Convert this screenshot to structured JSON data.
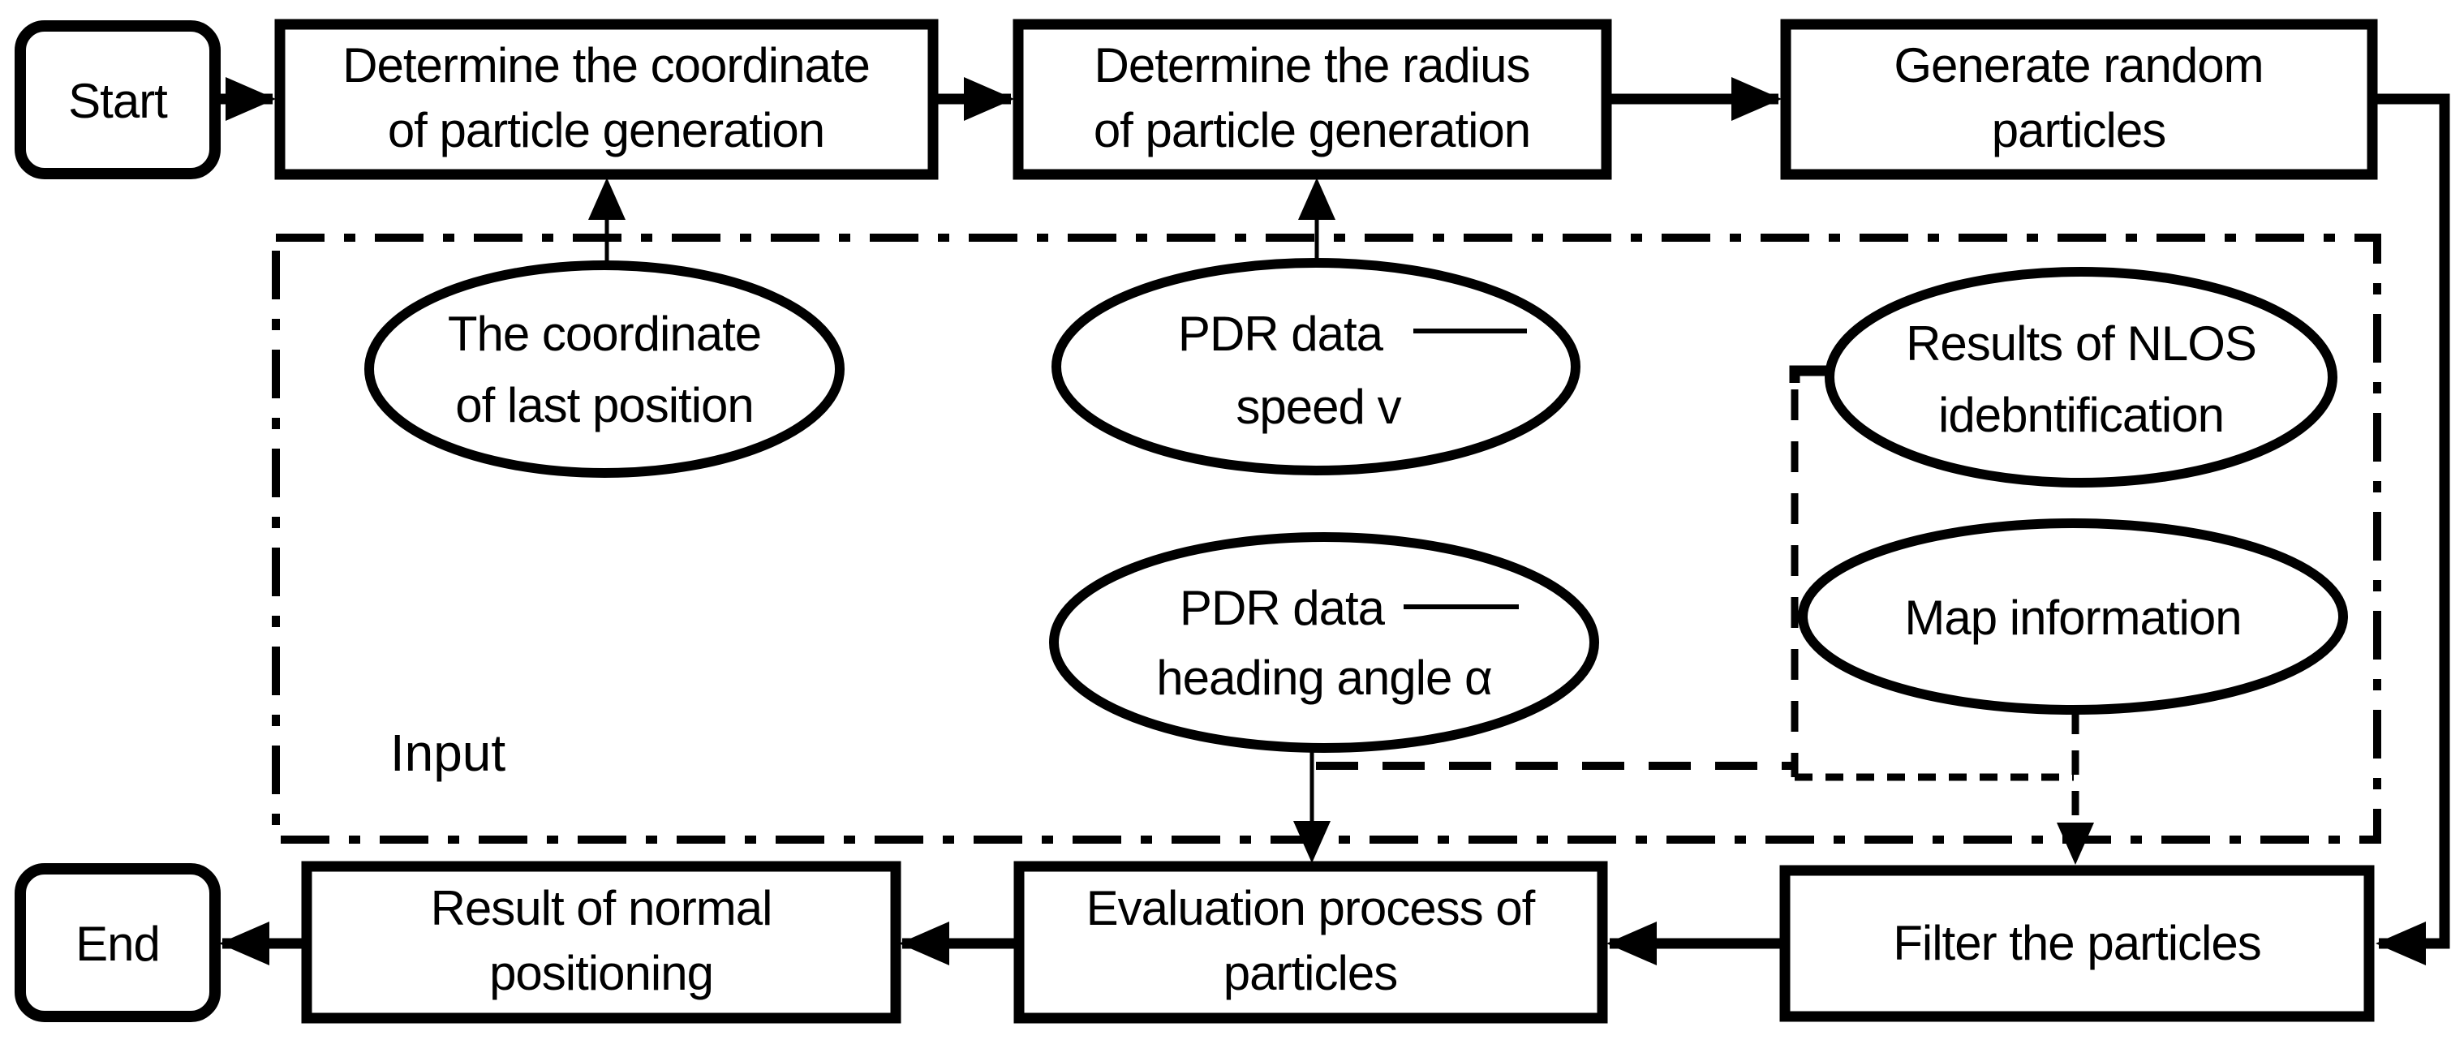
{
  "colors": {
    "ink": "#000000",
    "paper": "#ffffff"
  },
  "nodes": {
    "start": {
      "label": "Start"
    },
    "end": {
      "label": "End"
    },
    "determine_coordinate": {
      "line1": "Determine the coordinate",
      "line2": "of particle generation"
    },
    "determine_radius": {
      "line1": "Determine the radius",
      "line2": "of particle generation"
    },
    "generate_particles": {
      "line1": "Generate random",
      "line2": "particles"
    },
    "filter_particles": {
      "label": "Filter the particles"
    },
    "evaluation_process": {
      "line1": "Evaluation process of",
      "line2": "particles"
    },
    "result_normal": {
      "line1": "Result of normal",
      "line2": "positioning"
    },
    "input_region": {
      "label": "Input"
    },
    "coordinate_last_position": {
      "line1": "The coordinate",
      "line2": "of last position"
    },
    "pdr_speed": {
      "line1": "PDR data",
      "line2": "speed v"
    },
    "pdr_heading": {
      "line1": "PDR data",
      "line2": "heading angle α"
    },
    "nlos_results": {
      "line1": "Results of NLOS",
      "line2": "idebntification"
    },
    "map_information": {
      "label": "Map information"
    }
  }
}
